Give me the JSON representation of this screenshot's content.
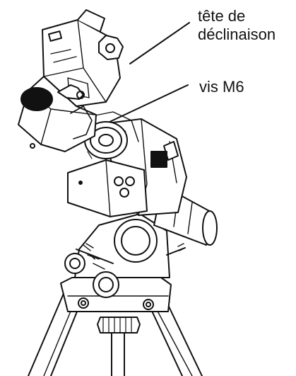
{
  "labels": {
    "declination_head_line1": "tête de",
    "declination_head_line2": "déclinaison",
    "screw": "vis M6"
  },
  "colors": {
    "stroke": "#111111",
    "background": "#ffffff",
    "shade": "#e6e6e6",
    "dark": "#111111"
  }
}
